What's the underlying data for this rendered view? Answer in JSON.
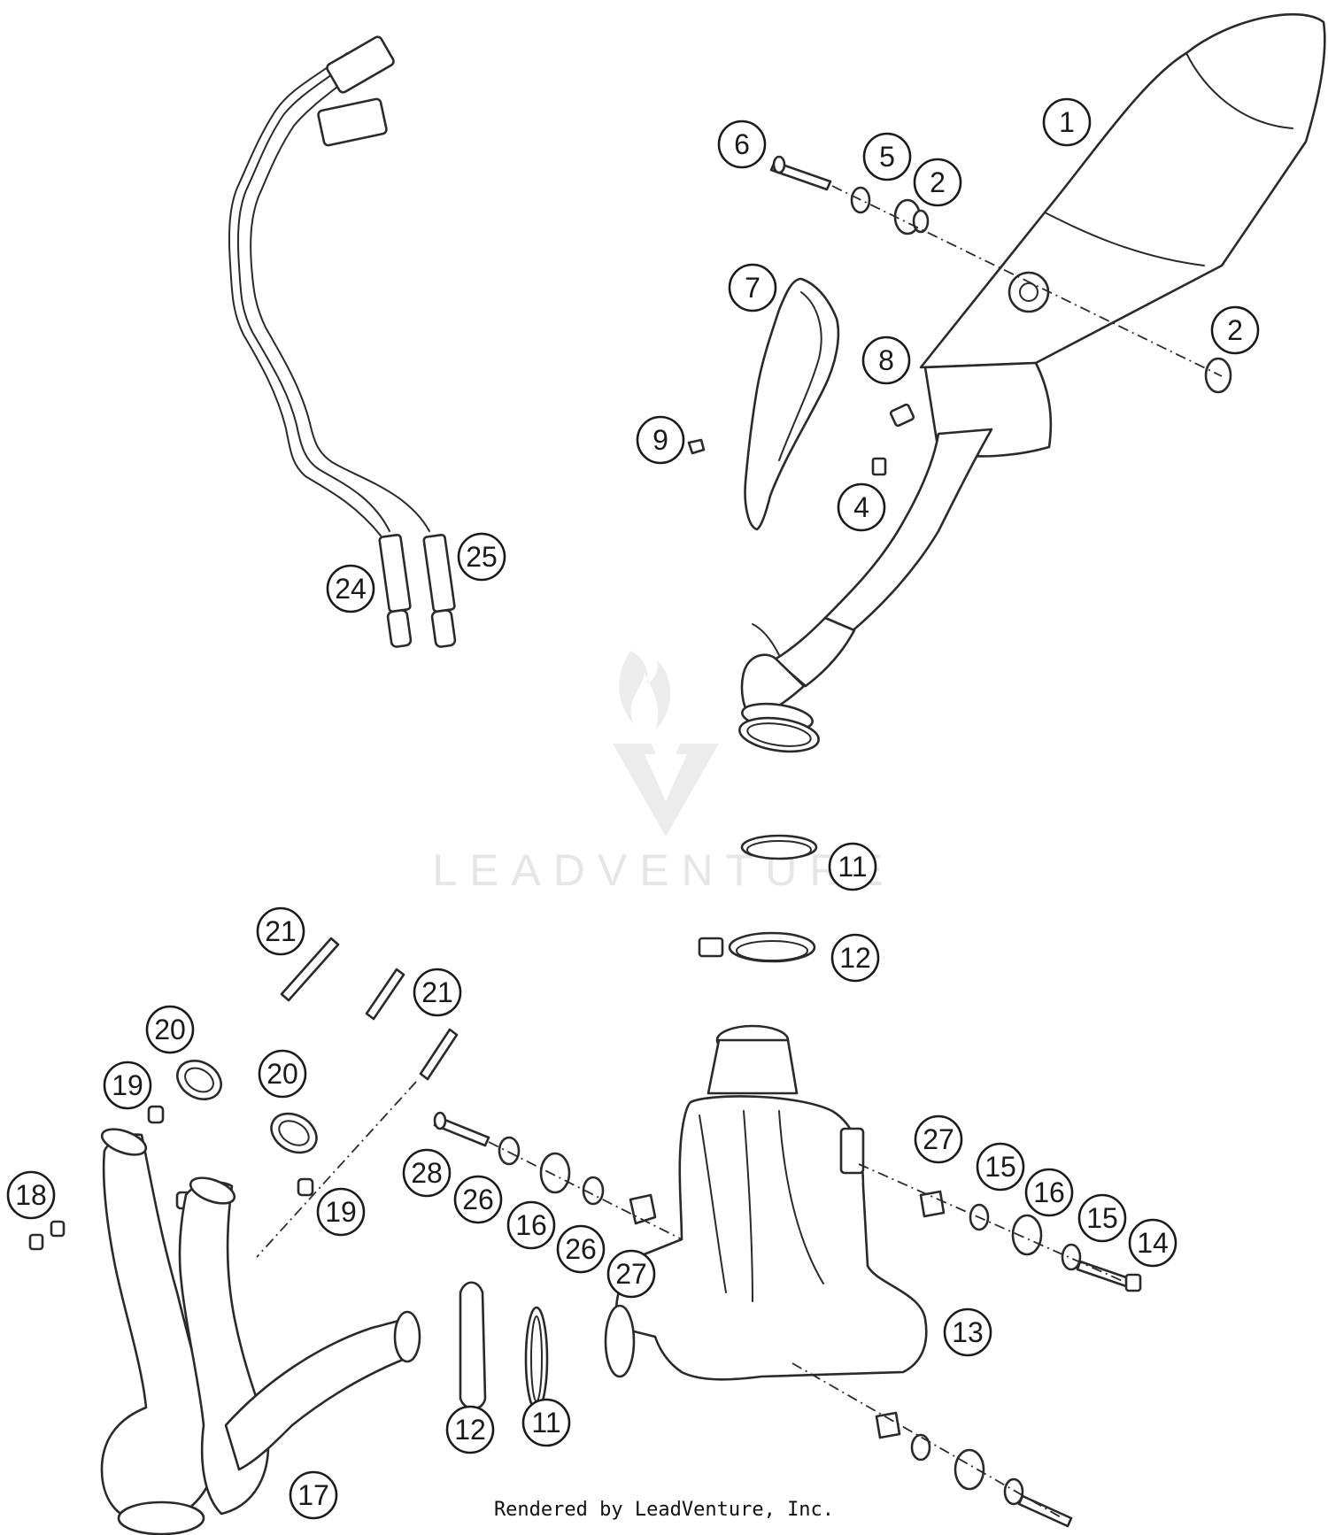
{
  "watermark": {
    "brand": "LEADVENTURE"
  },
  "footer": {
    "text": "Rendered by LeadVenture, Inc."
  },
  "callouts": {
    "c1": "1",
    "c2a": "2",
    "c2b": "2",
    "c4": "4",
    "c5": "5",
    "c6": "6",
    "c7": "7",
    "c8": "8",
    "c9": "9",
    "c11a": "11",
    "c11b": "11",
    "c12a": "12",
    "c12b": "12",
    "c13": "13",
    "c14": "14",
    "c15a": "15",
    "c15b": "15",
    "c16a": "16",
    "c16b": "16",
    "c17": "17",
    "c18": "18",
    "c19a": "19",
    "c19b": "19",
    "c20a": "20",
    "c20b": "20",
    "c21a": "21",
    "c21b": "21",
    "c24": "24",
    "c25": "25",
    "c26a": "26",
    "c26b": "26",
    "c27a": "27",
    "c27b": "27",
    "c28": "28"
  }
}
